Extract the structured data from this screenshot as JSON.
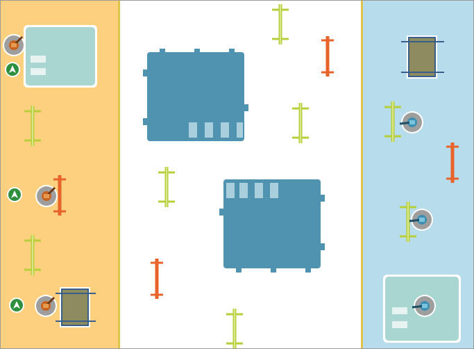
{
  "board": {
    "zones": [
      {
        "name": "left-base-zone",
        "color": "#fcd07f"
      },
      {
        "name": "neutral-zone",
        "color": "#ffffff"
      },
      {
        "name": "right-base-zone",
        "color": "#b7dcec"
      }
    ]
  },
  "colors": {
    "building_blue": "#4f93b0",
    "building_window": "#a9cfdc",
    "building_teal": "#a9d6d0",
    "crate": "#8e8c5e",
    "crate_border": "#3a5e8a",
    "fence_green": "#b7cf3a",
    "fence_orange": "#e8632a",
    "badge_green": "#2e8f3e",
    "unit_gray": "#9e9e9e",
    "unit_orange": "#c8631f",
    "unit_blue": "#3f8fb3"
  },
  "icons": {
    "player_badge": "arrow-up-badge-icon",
    "unit_orange": "orange-tank-icon",
    "unit_blue": "blue-tank-icon"
  },
  "pieces": {
    "left_units": 3,
    "left_badges": 3,
    "right_units": 3
  }
}
